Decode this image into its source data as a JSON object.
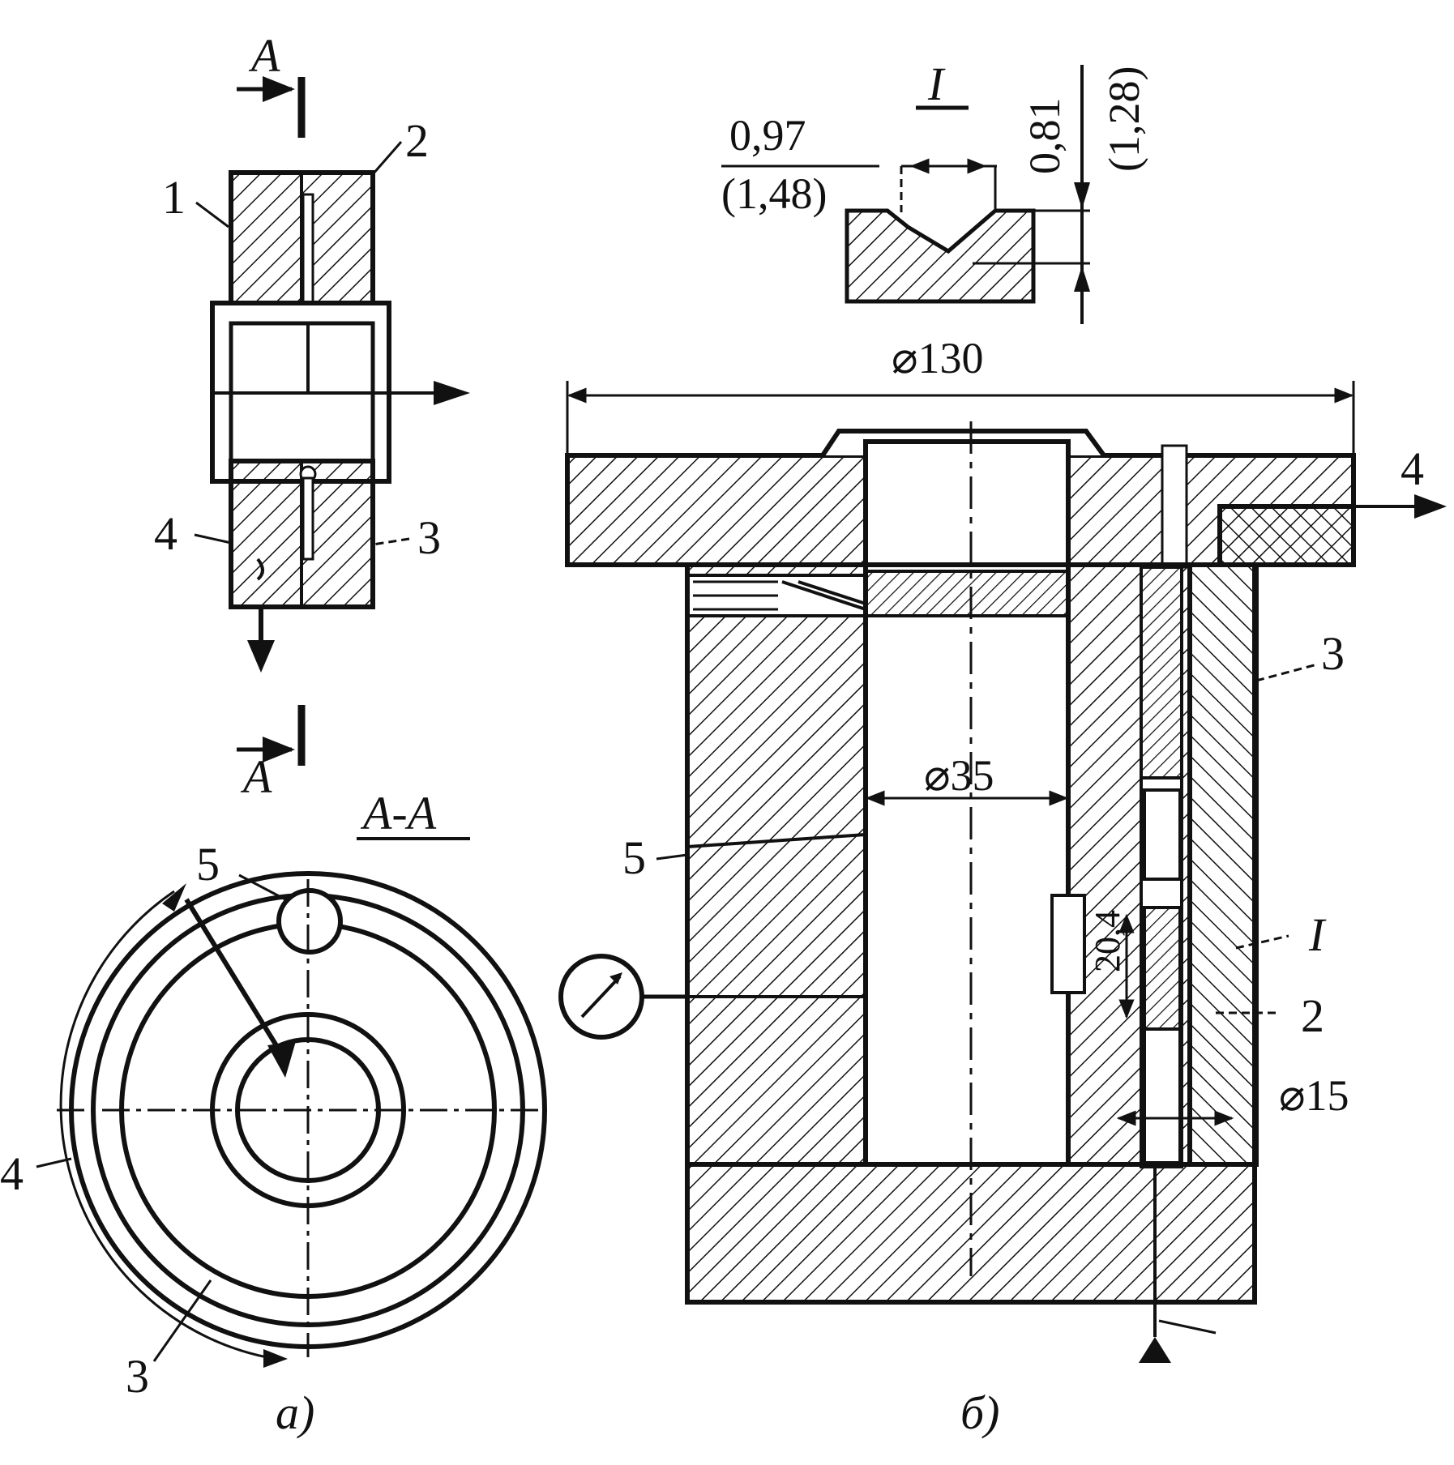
{
  "part_a": {
    "section_marker_top": "A",
    "section_marker_bottom": "A",
    "section_title": "A-A",
    "callouts": [
      "1",
      "2",
      "3",
      "4",
      "5"
    ],
    "view_caption": "а)"
  },
  "part_b": {
    "detail_title": "I",
    "detail_dim_width": "0,97",
    "detail_dim_width_alt": "(1,48)",
    "detail_dim_depth": "0,81",
    "detail_dim_depth_alt": "(1,28)",
    "dim_outer": "⌀130",
    "dim_bore": "⌀35",
    "dim_hole": "⌀15",
    "dim_length": "20,4",
    "callouts": [
      "2",
      "3",
      "4",
      "5",
      "I"
    ],
    "view_caption": "б)"
  },
  "colors": {
    "ink": "#111111",
    "paper": "#ffffff"
  }
}
